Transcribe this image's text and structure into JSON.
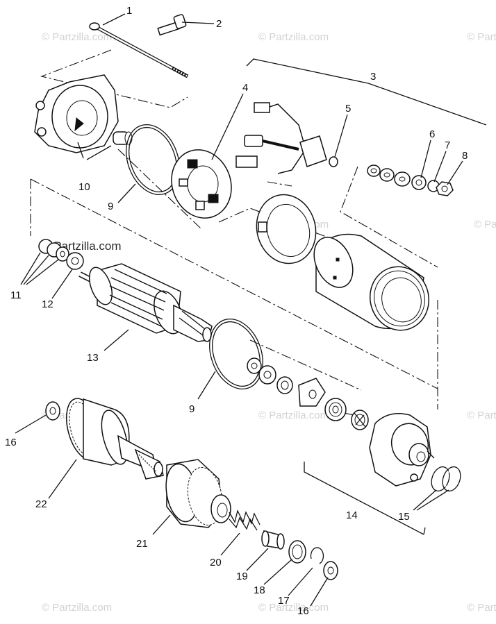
{
  "watermark": {
    "text": "© Partzilla.com",
    "primary_text": "© Partzilla.com",
    "color": "#d2d2d2",
    "primary_color": "#2a2a2a"
  },
  "callouts": {
    "c1": "1",
    "c2": "2",
    "c3": "3",
    "c4": "4",
    "c5": "5",
    "c6": "6",
    "c7": "7",
    "c8": "8",
    "c9a": "9",
    "c9b": "9",
    "c10": "10",
    "c11": "11",
    "c12": "12",
    "c13": "13",
    "c14": "14",
    "c15": "15",
    "c16a": "16",
    "c16b": "16",
    "c17": "17",
    "c18": "18",
    "c19": "19",
    "c20": "20",
    "c21": "21",
    "c22": "22"
  }
}
